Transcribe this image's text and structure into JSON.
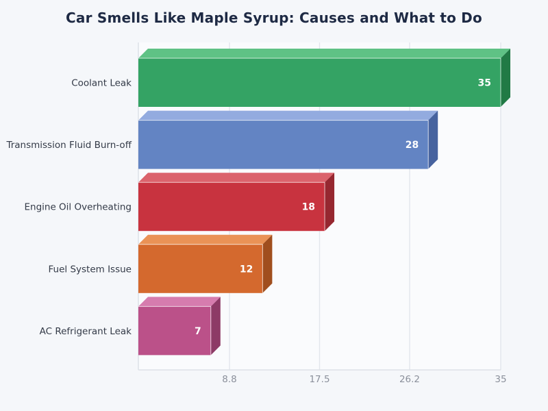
{
  "page": {
    "background_color": "#f5f7fa"
  },
  "header": {
    "title": "Car Smells Like Maple Syrup: Causes and What to Do"
  },
  "chart_data": {
    "type": "bar",
    "orientation": "horizontal",
    "style": "3d",
    "title": "Car Smells Like Maple Syrup: Causes and What to Do",
    "categories": [
      "Coolant Leak",
      "Transmission Fluid Burn-off",
      "Engine Oil Overheating",
      "Fuel System Issue",
      "AC Refrigerant Leak"
    ],
    "values": [
      35,
      28,
      18,
      12,
      7
    ],
    "value_labels": [
      "35",
      "28",
      "18",
      "12",
      "7"
    ],
    "bar_colors": [
      {
        "front": "#34a364",
        "top": "#5fc285",
        "side": "#217a45"
      },
      {
        "front": "#6384c3",
        "top": "#93abdf",
        "side": "#47639f"
      },
      {
        "front": "#c8333f",
        "top": "#db636c",
        "side": "#962730"
      },
      {
        "front": "#d4692e",
        "top": "#ea9256",
        "side": "#a04e1e"
      },
      {
        "front": "#bb5189",
        "top": "#d67cae",
        "side": "#8d3a66"
      }
    ],
    "xlim": [
      0,
      35
    ],
    "xticks": [
      8.8,
      17.5,
      26.2,
      35
    ],
    "xtick_labels": [
      "8.8",
      "17.5",
      "26.2",
      "35"
    ],
    "grid": true,
    "legend": false,
    "colors": {
      "title": "#1e2a44",
      "category_label": "#333a47",
      "tick_label": "#8b909b",
      "value_label": "#ffffff",
      "gridline": "#e2e6ec",
      "axis_line": "#dde1e8",
      "plot_background": "#fafbfd",
      "edge_highlight": "rgba(255,255,255,0.7)"
    }
  }
}
